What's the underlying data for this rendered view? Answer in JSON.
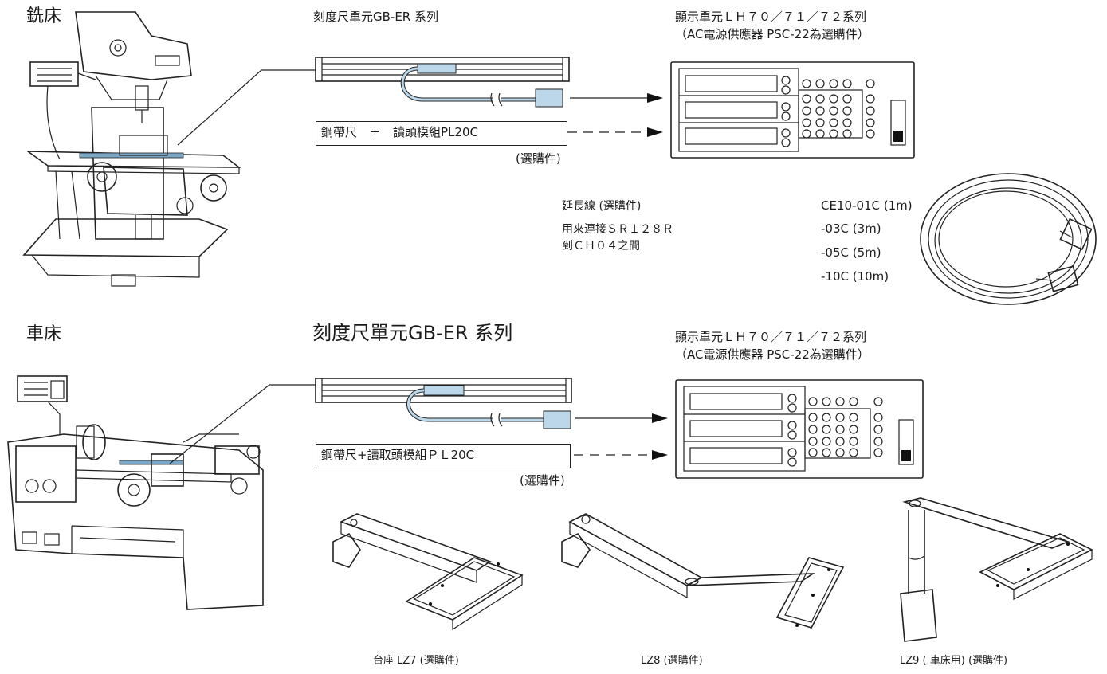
{
  "mill": {
    "title": "銑床",
    "scale_title": "刻度尺單元GB-ER 系列",
    "display_title_1": "顯示單元ＬＨ７０／７１／７２系列",
    "display_title_2": "（AC電源供應器 PSC-22為選購件）",
    "tape_label": "鋼帶尺　＋　讀頭模組PL20C",
    "optional": "(選購件)"
  },
  "extension": {
    "line1": "延長線 (選購件)",
    "line2": "用來連接ＳＲ１２８Ｒ",
    "line3": "到ＣＨ０４之間",
    "models": [
      "CE10-01C (1m)",
      "-03C (3m)",
      "-05C (5m)",
      "-10C (10m)"
    ]
  },
  "lathe": {
    "title": "車床",
    "scale_title": "刻度尺單元GB-ER 系列",
    "display_title_1": "顯示單元ＬＨ７０／７１／７２系列",
    "display_title_2": "（AC電源供應器 PSC-22為選購件）",
    "tape_label": "鋼帶尺+讀取頭模組ＰＬ20C",
    "optional": "(選購件)"
  },
  "stands": [
    {
      "label": "台座 LZ7 (選購件)"
    },
    {
      "label": "LZ8 (選購件)"
    },
    {
      "label": "LZ9 ( 車床用) (選購件)"
    }
  ]
}
